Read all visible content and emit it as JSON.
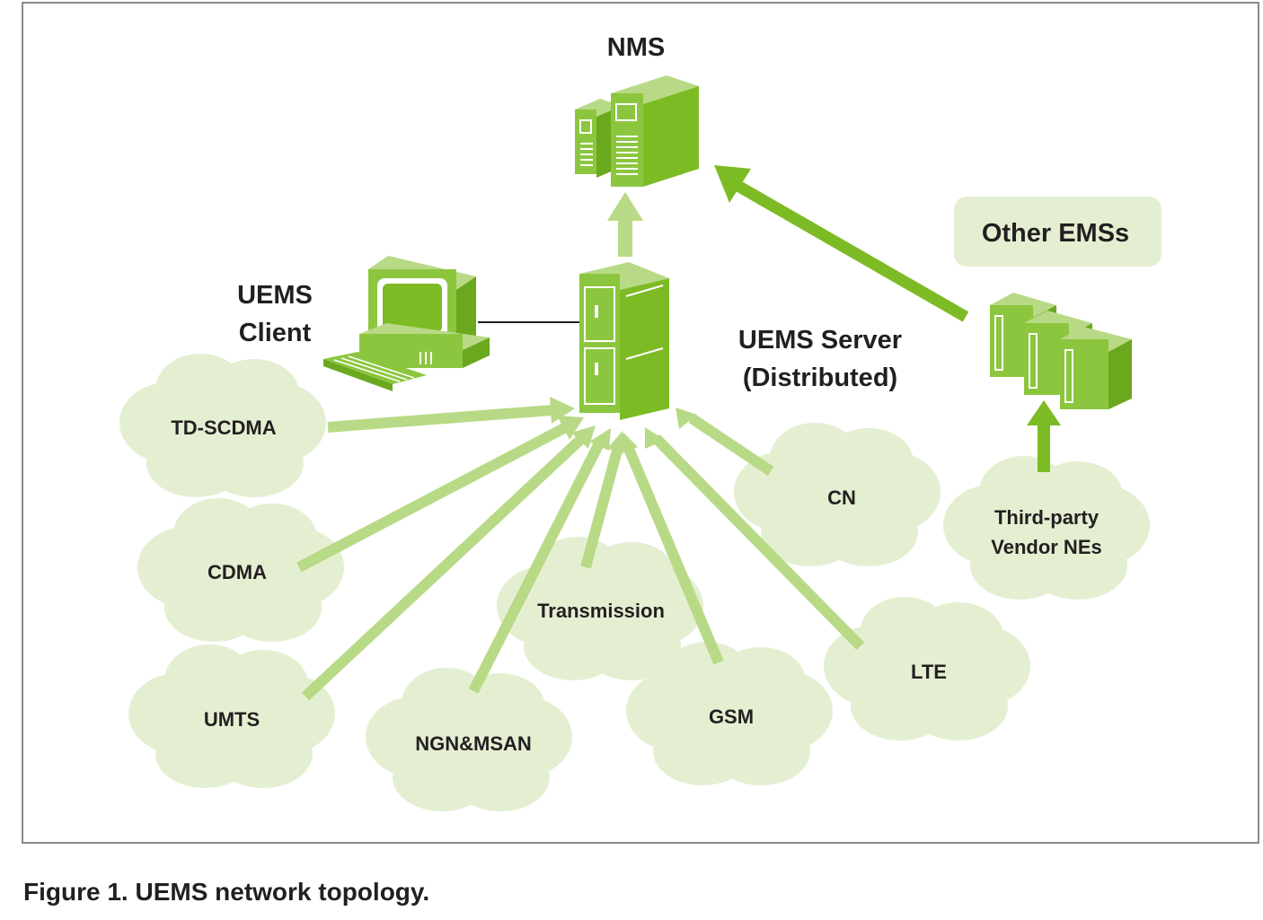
{
  "colors": {
    "green_dark": "#7dbb24",
    "green_mid": "#8cc63f",
    "green_light": "#b8da86",
    "cloud_fill": "#e4efd2",
    "label_bg": "#e4efd2"
  },
  "nodes": {
    "nms": "NMS",
    "uems_client_line1": "UEMS",
    "uems_client_line2": "Client",
    "uems_server_line1": "UEMS Server",
    "uems_server_line2": "(Distributed)",
    "other_emss": "Other EMSs"
  },
  "clouds": {
    "td_scdma": "TD-SCDMA",
    "cdma": "CDMA",
    "umts": "UMTS",
    "ngn_msan": "NGN&MSAN",
    "transmission": "Transmission",
    "gsm": "GSM",
    "lte": "LTE",
    "cn": "CN",
    "third_party_line1": "Third-party",
    "third_party_line2": "Vendor NEs"
  },
  "caption": "Figure 1. UEMS network topology."
}
